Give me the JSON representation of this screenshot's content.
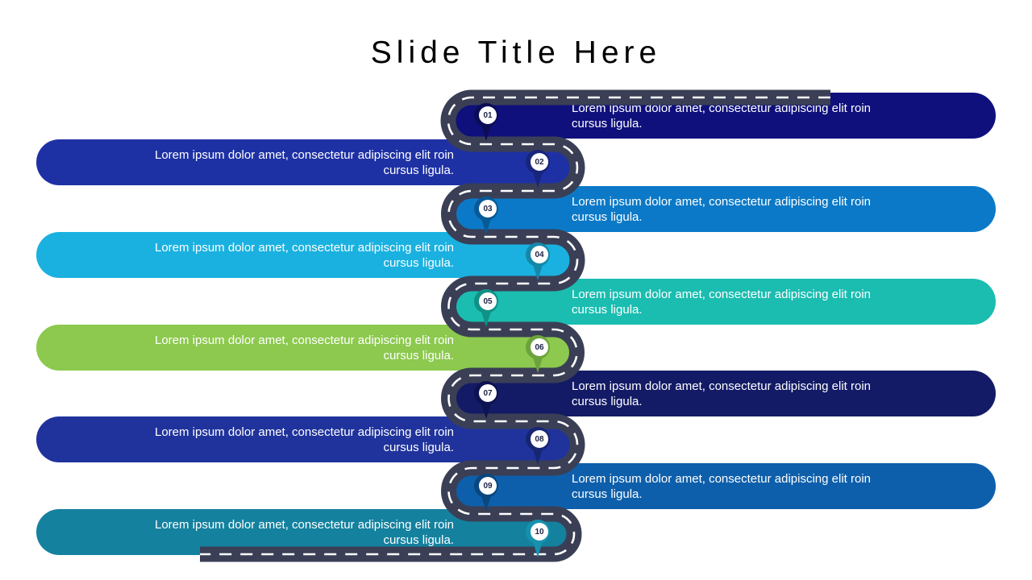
{
  "slide": {
    "title": "Slide Title Here",
    "background_color": "#ffffff",
    "title_color": "#000000"
  },
  "road": {
    "asphalt_color": "#3a3f55",
    "centerline_color": "#ffffff"
  },
  "items": [
    {
      "number": "01",
      "side": "right",
      "bar_color": "#0f107c",
      "pin_color": "#0c0d55",
      "text": "Lorem ipsum dolor amet, consectetur adipiscing elit roin\ncursus ligula."
    },
    {
      "number": "02",
      "side": "left",
      "bar_color": "#1e31a4",
      "pin_color": "#17257b",
      "text": "Lorem ipsum dolor amet, consectetur adipiscing elit roin\ncursus ligula."
    },
    {
      "number": "03",
      "side": "right",
      "bar_color": "#0b79c7",
      "pin_color": "#085a96",
      "text": "Lorem ipsum dolor amet, consectetur adipiscing elit roin\ncursus ligula."
    },
    {
      "number": "04",
      "side": "left",
      "bar_color": "#1ab1e0",
      "pin_color": "#1588a9",
      "text": "Lorem ipsum dolor amet, consectetur adipiscing elit roin\ncursus ligula."
    },
    {
      "number": "05",
      "side": "right",
      "bar_color": "#1abdb0",
      "pin_color": "#109186",
      "text": "Lorem ipsum dolor amet, consectetur adipiscing elit roin\ncursus ligula."
    },
    {
      "number": "06",
      "side": "left",
      "bar_color": "#8cc94e",
      "pin_color": "#6ca33b",
      "text": "Lorem ipsum dolor amet, consectetur adipiscing elit roin\ncursus ligula."
    },
    {
      "number": "07",
      "side": "right",
      "bar_color": "#131b66",
      "pin_color": "#0d1350",
      "text": "Lorem ipsum dolor amet, consectetur adipiscing elit roin\ncursus ligula."
    },
    {
      "number": "08",
      "side": "left",
      "bar_color": "#20339c",
      "pin_color": "#172672",
      "text": "Lorem ipsum dolor amet, consectetur adipiscing elit roin\ncursus ligula."
    },
    {
      "number": "09",
      "side": "right",
      "bar_color": "#0e5fab",
      "pin_color": "#0a477f",
      "text": "Lorem ipsum dolor amet, consectetur adipiscing elit roin\ncursus ligula."
    },
    {
      "number": "10",
      "side": "left",
      "bar_color": "#14819f",
      "pin_color": "#1691ae",
      "text": "Lorem ipsum dolor amet, consectetur adipiscing elit roin\ncursus ligula."
    }
  ]
}
